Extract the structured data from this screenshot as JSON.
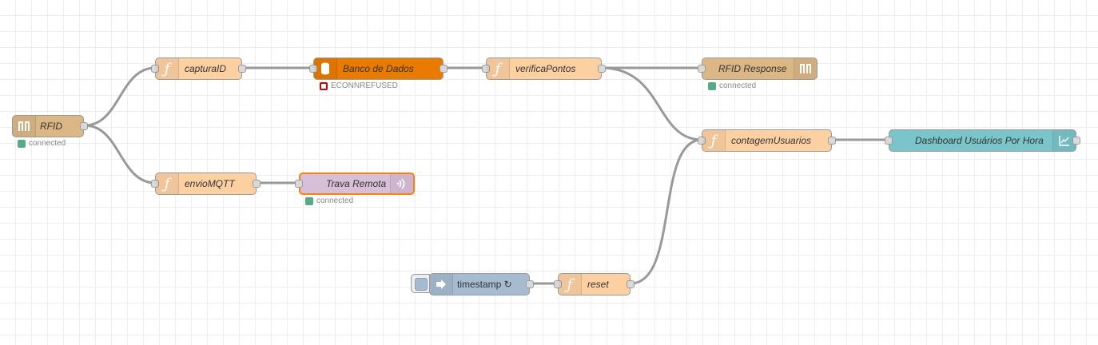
{
  "flow": {
    "nodes": {
      "rfid_in": {
        "label": "RFID",
        "type": "tcp-in",
        "icon": "bridge-icon",
        "status": "connected",
        "status_color": "#5a8"
      },
      "captura_id": {
        "label": "capturaID",
        "type": "function",
        "icon": "function-icon"
      },
      "banco_dados": {
        "label": "Banco de Dados",
        "type": "database",
        "icon": "database-icon",
        "status": "ECONNREFUSED",
        "status_color": "#cc0000"
      },
      "verifica_pontos": {
        "label": "verificaPontos",
        "type": "function",
        "icon": "function-icon"
      },
      "rfid_response": {
        "label": "RFID Response",
        "type": "tcp-out",
        "icon": "bridge-icon",
        "status": "connected",
        "status_color": "#5a8"
      },
      "envio_mqtt": {
        "label": "envioMQTT",
        "type": "function",
        "icon": "function-icon"
      },
      "trava_remota": {
        "label": "Trava Remota",
        "type": "mqtt-out",
        "icon": "wireless-icon",
        "status": "connected",
        "status_color": "#5a8"
      },
      "contagem_usuarios": {
        "label": "contagemUsuarios",
        "type": "function",
        "icon": "function-icon"
      },
      "dashboard": {
        "label": "Dashboard Usuários Por Hora",
        "type": "chart",
        "icon": "chart-icon"
      },
      "timestamp": {
        "label": "timestamp ↻",
        "type": "inject",
        "icon": "arrow-right-icon"
      },
      "reset": {
        "label": "reset",
        "type": "function",
        "icon": "function-icon"
      }
    },
    "colors": {
      "function": "#fdd0a2",
      "database": "#e97b00",
      "tcp": "#dbb785",
      "mqtt": "#d8bfd8",
      "chart": "#79c5c9",
      "inject": "#a6bbcf",
      "wire": "#999999",
      "selected_border": "#ff7f0e"
    }
  }
}
